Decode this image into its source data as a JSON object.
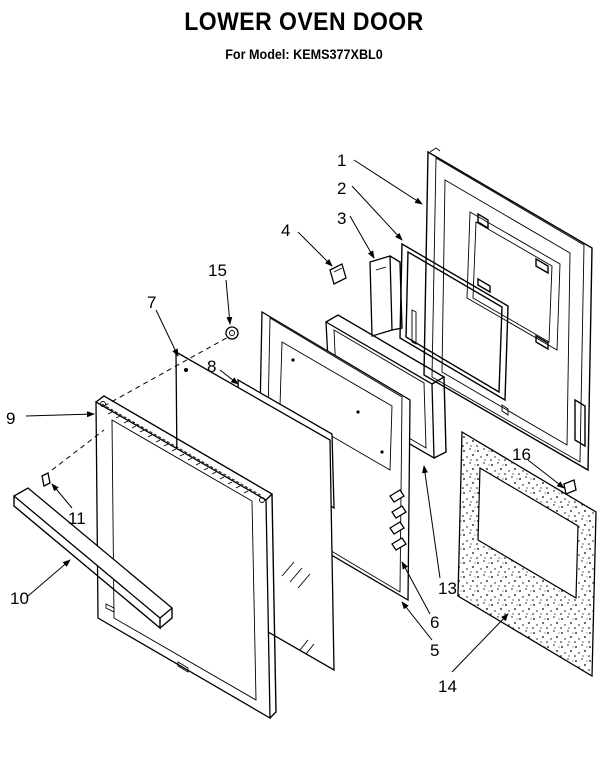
{
  "title": "LOWER OVEN DOOR",
  "subtitle": "For Model: KEMS377XBL0",
  "callouts": {
    "c1": "1",
    "c2": "2",
    "c3": "3",
    "c4": "4",
    "c5": "5",
    "c6": "6",
    "c7": "7",
    "c8": "8",
    "c9": "9",
    "c10": "10",
    "c11": "11",
    "c13": "13",
    "c14": "14",
    "c15": "15",
    "c16": "16"
  }
}
